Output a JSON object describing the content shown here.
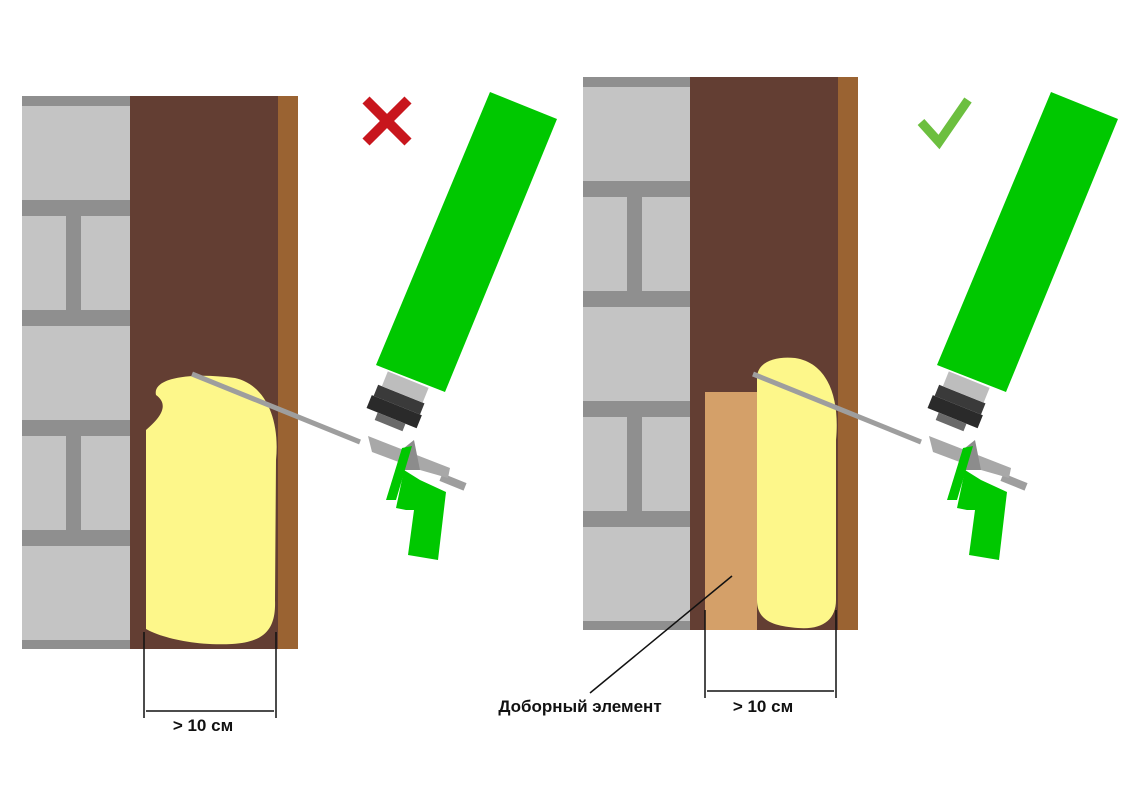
{
  "wrong_panel": {
    "verdict_icon": "red-cross-icon",
    "verdict_color": "#C8161D",
    "gap_label": "> 10 см"
  },
  "right_panel": {
    "verdict_icon": "green-check-icon",
    "verdict_color": "#6CBF3F",
    "gap_label": "> 10 см",
    "filler_label": "Доборный элемент"
  },
  "colors": {
    "brick": "#C4C4C4",
    "mortar": "#8F8F8F",
    "frame_cavity": "#633E33",
    "frame_edge": "#9A6332",
    "foam": "#FDF78A",
    "filler_element": "#D4A069",
    "foam_gun_can": "#00C800"
  }
}
